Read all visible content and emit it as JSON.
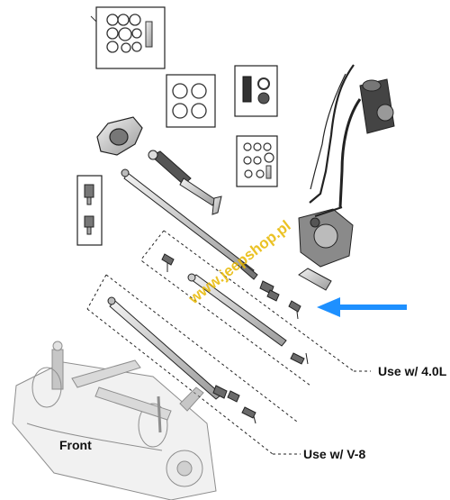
{
  "labels": {
    "engine_4_0l": "Use w/ 4.0L",
    "engine_v8": "Use w/ V-8",
    "front": "Front"
  },
  "watermark": "www.jeepshop.pl",
  "colors": {
    "line": "#1a1a1a",
    "part_fill": "#cfcfcf",
    "dark_part": "#4a4a4a",
    "arrow": "#1e90ff",
    "watermark": "#e8b800"
  },
  "icons": [
    "arrow-right-to-left-icon"
  ]
}
